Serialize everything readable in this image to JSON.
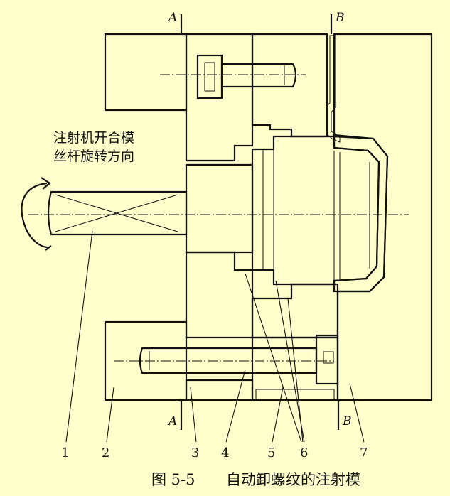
{
  "section_marks": {
    "a_top": "A",
    "b_top": "B",
    "a_bottom": "A",
    "b_bottom": "B"
  },
  "annotation": {
    "line1": "注射机开合模",
    "line2": "丝杆旋转方向"
  },
  "part_labels": [
    "1",
    "2",
    "3",
    "4",
    "5",
    "6",
    "7"
  ],
  "caption": {
    "number": "图 5-5",
    "title": "自动卸螺纹的注射模"
  },
  "colors": {
    "background": "#FFFFCC",
    "ink": "#111111"
  }
}
